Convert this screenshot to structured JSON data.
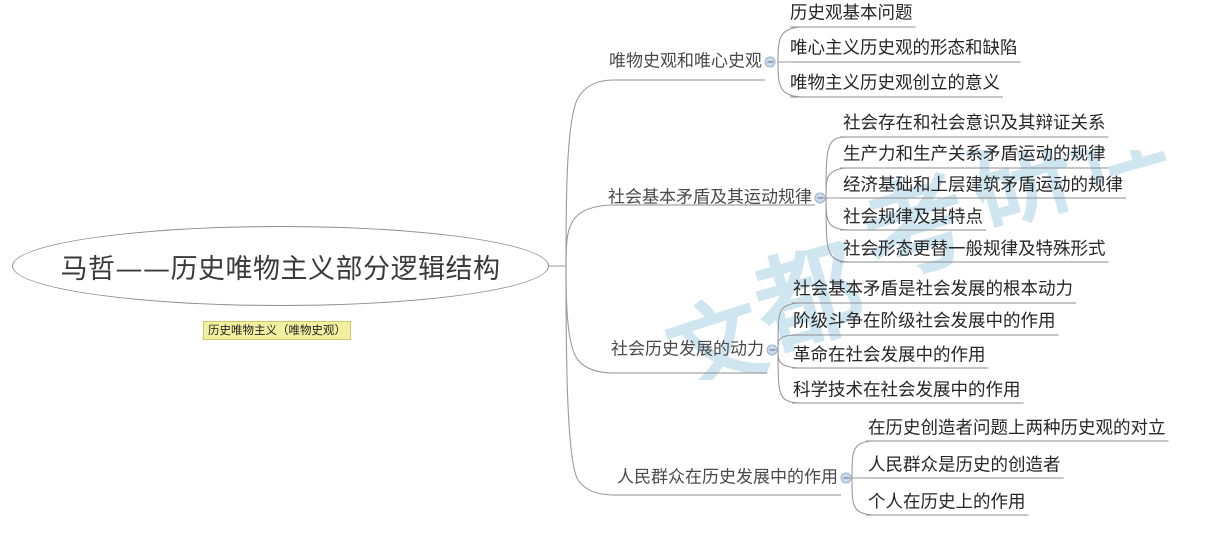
{
  "document": {
    "type": "mind-map",
    "background_color": "#ffffff",
    "line_color": "#9a9a9a",
    "text_color": "#2f2f2f"
  },
  "root": {
    "label": "马哲——历史唯物主义部分逻辑结构",
    "tag": "历史唯物主义（唯物史观）",
    "tag_background": "#f2f0a0",
    "tag_border": "#cfc96a"
  },
  "watermark": {
    "text": "文都考研",
    "color": "#a9d2e4",
    "characters": [
      "文",
      "都",
      "考",
      "研"
    ]
  },
  "toggle": {
    "icon": "collapse-minus-icon",
    "fill": "#cdd9ec",
    "border": "#9db0cd"
  },
  "branches": [
    {
      "label": "唯物史观和唯心史观",
      "children": [
        "历史观基本问题",
        "唯心主义历史观的形态和缺陷",
        "唯物主义历史观创立的意义"
      ]
    },
    {
      "label": "社会基本矛盾及其运动规律",
      "children": [
        "社会存在和社会意识及其辩证关系",
        "生产力和生产关系矛盾运动的规律",
        "经济基础和上层建筑矛盾运动的规律",
        "社会规律及其特点",
        "社会形态更替一般规律及特殊形式"
      ]
    },
    {
      "label": "社会历史发展的动力",
      "children": [
        "社会基本矛盾是社会发展的根本动力",
        "阶级斗争在阶级社会发展中的作用",
        "革命在社会发展中的作用",
        "科学技术在社会发展中的作用"
      ]
    },
    {
      "label": "人民群众在历史发展中的作用",
      "children": [
        "在历史创造者问题上两种历史观的对立",
        "人民群众是历史的创造者",
        "个人在历史上的作用"
      ]
    }
  ]
}
